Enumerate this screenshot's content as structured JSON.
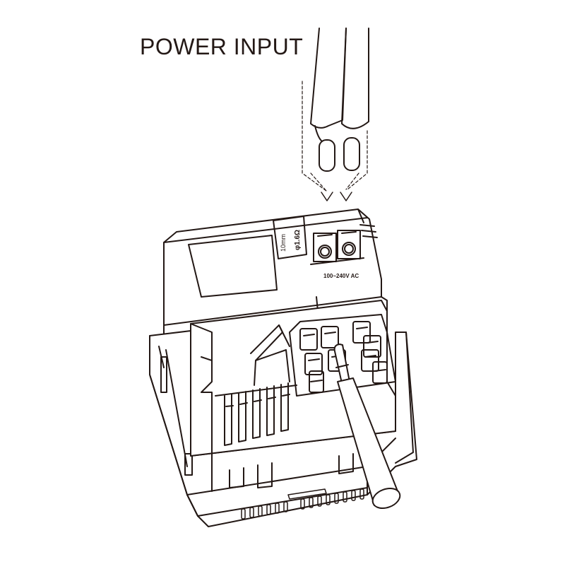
{
  "title": "POWER INPUT",
  "device": {
    "cable_spec_1": "10mm",
    "cable_spec_2": "φ1.6Ω",
    "terminal_rating": "100~240V AC"
  },
  "colors": {
    "line": "#231815",
    "background": "#ffffff"
  }
}
